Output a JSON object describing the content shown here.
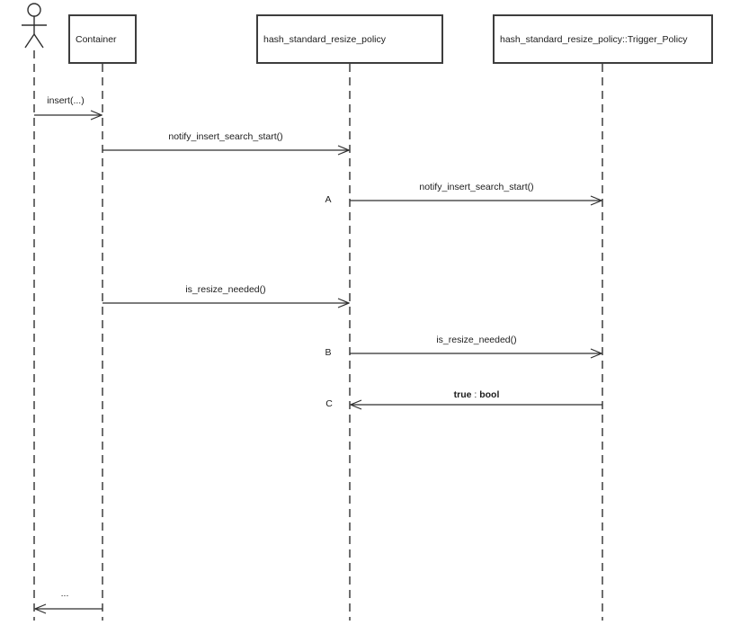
{
  "diagram": {
    "type": "uml-sequence-diagram",
    "participants": [
      {
        "id": "user",
        "kind": "actor"
      },
      {
        "id": "container",
        "kind": "object",
        "label": "Container"
      },
      {
        "id": "policy",
        "kind": "object",
        "label": "hash_standard_resize_policy"
      },
      {
        "id": "trigger",
        "kind": "object",
        "label": "hash_standard_resize_policy::Trigger_Policy"
      }
    ],
    "messages": [
      {
        "from": "user",
        "to": "container",
        "label": "insert(...)"
      },
      {
        "from": "container",
        "to": "policy",
        "label": "notify_insert_search_start()"
      },
      {
        "from": "policy",
        "to": "trigger",
        "label": "notify_insert_search_start()",
        "marker": "A"
      },
      {
        "from": "container",
        "to": "policy",
        "label": "is_resize_needed()"
      },
      {
        "from": "policy",
        "to": "trigger",
        "label": "is_resize_needed()",
        "marker": "B"
      },
      {
        "from": "trigger",
        "to": "policy",
        "label_value": "true",
        "label_sep": ":",
        "label_type": "bool",
        "marker": "C"
      },
      {
        "from": "container",
        "to": "user",
        "label": "..."
      }
    ]
  },
  "colors": {
    "background": "#ffffff",
    "line": "#2f2f2f",
    "lifeline": "#4a4a4a",
    "box_border": "#3d3d3d",
    "text": "#1c1c1c"
  }
}
